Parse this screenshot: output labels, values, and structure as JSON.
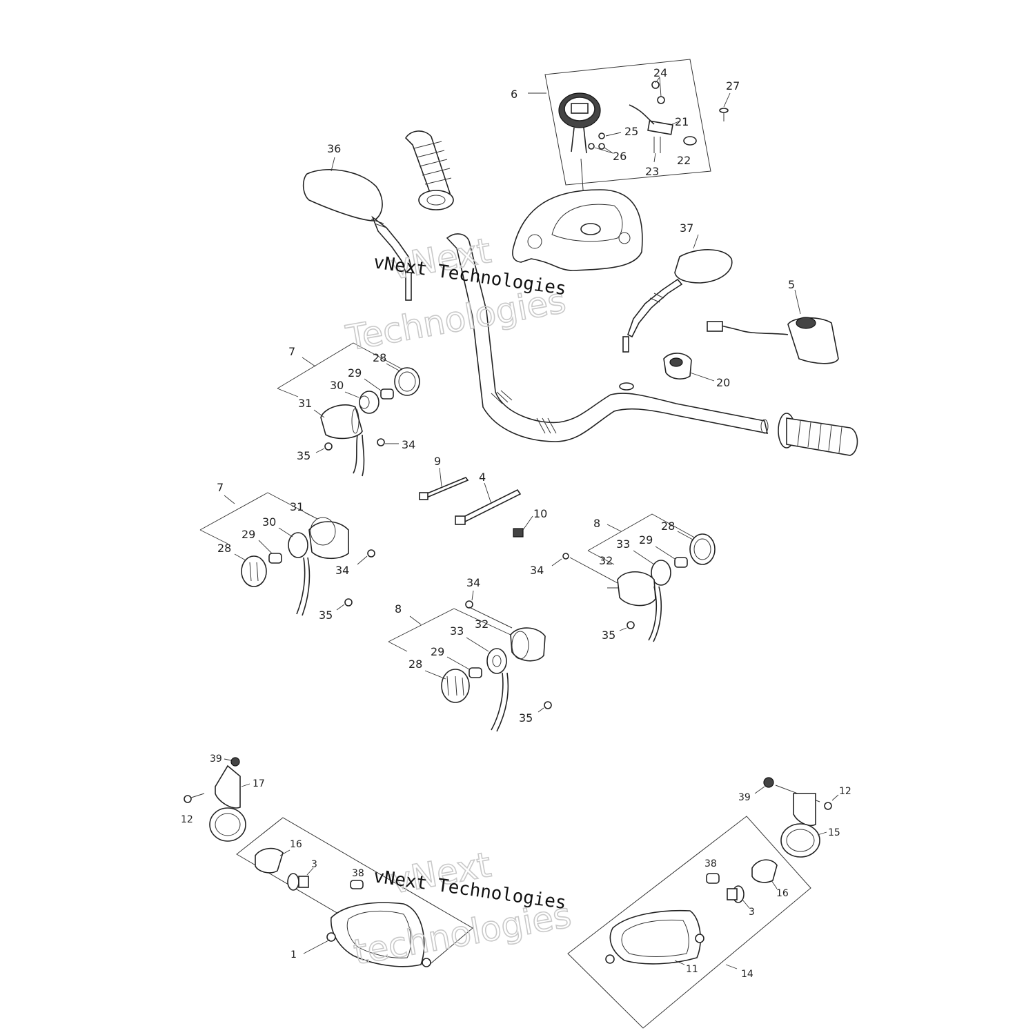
{
  "watermark": {
    "mono_text": "vNext Technologies",
    "ghost_line1": "vNext",
    "ghost_line2": "Technologies",
    "ghost_line2_lower": "technologies"
  },
  "callouts": {
    "c1": "1",
    "c3": "3",
    "c4": "4",
    "c5": "5",
    "c6": "6",
    "c7": "7",
    "c8": "8",
    "c9": "9",
    "c10": "10",
    "c11": "11",
    "c12": "12",
    "c14": "14",
    "c15": "15",
    "c16": "16",
    "c17": "17",
    "c20": "20",
    "c21": "21",
    "c22": "22",
    "c23": "23",
    "c24": "24",
    "c25": "25",
    "c26": "26",
    "c27": "27",
    "c28": "28",
    "c29": "29",
    "c30": "30",
    "c31": "31",
    "c32": "32",
    "c33": "33",
    "c34": "34",
    "c35": "35",
    "c36": "36",
    "c37": "37",
    "c38": "38",
    "c39": "39"
  },
  "colors": {
    "line": "#222222",
    "ghost": "#c9c9c9",
    "background": "#ffffff"
  }
}
